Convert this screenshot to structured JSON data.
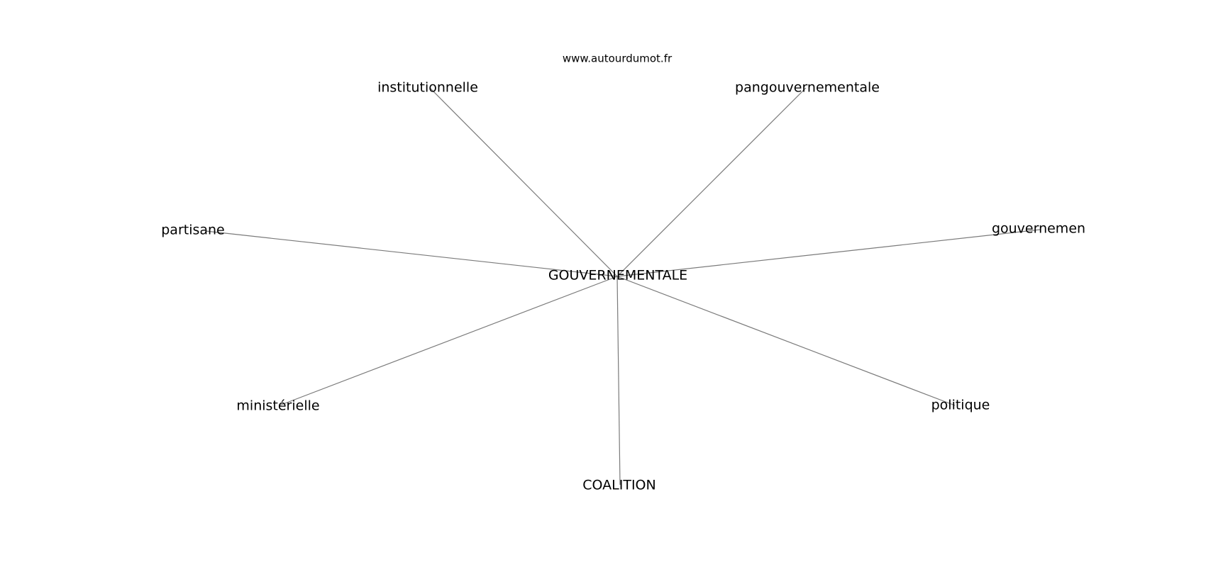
{
  "watermark": "www.autourdumot.fr",
  "center": {
    "label": "GOUVERNEMENTALE"
  },
  "nodes": [
    {
      "id": "institutionnelle",
      "label": "institutionnelle"
    },
    {
      "id": "pangouvernementale",
      "label": "pangouvernementale"
    },
    {
      "id": "partisane",
      "label": "partisane"
    },
    {
      "id": "gouvernement",
      "label": "gouvernemen"
    },
    {
      "id": "ministerielle",
      "label": "ministérielle"
    },
    {
      "id": "politique",
      "label": "politique"
    },
    {
      "id": "coalition",
      "label": "COALITION"
    }
  ],
  "colors": {
    "edge": "#7a7a7a",
    "text": "#000000",
    "background": "#ffffff"
  }
}
